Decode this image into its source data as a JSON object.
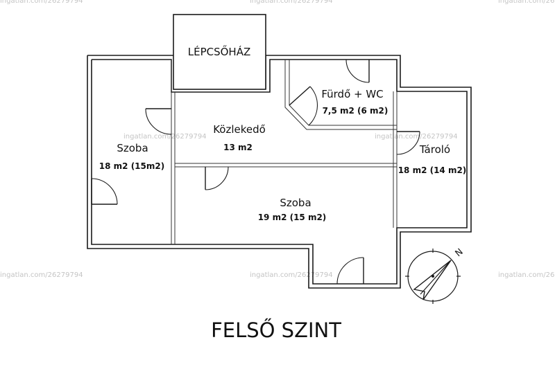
{
  "plan": {
    "title": "FELSŐ SZINT",
    "rooms": [
      {
        "id": "lepcsohaz",
        "name": "LÉPCSŐHÁZ",
        "area": ""
      },
      {
        "id": "kozlekedo",
        "name": "Közlekedő",
        "area": "13 m2"
      },
      {
        "id": "furdo",
        "name": "Fürdő + WC",
        "area": "7,5 m2 (6 m2)"
      },
      {
        "id": "szoba-left",
        "name": "Szoba",
        "area": "18 m2 (15m2)"
      },
      {
        "id": "szoba-main",
        "name": "Szoba",
        "area": "19 m2 (15 m2)"
      },
      {
        "id": "tarolo",
        "name": "Tároló",
        "area": "18 m2 (14 m2)"
      }
    ],
    "compass": {
      "north_label": "N"
    },
    "watermark": "ingatlan.com/26279794",
    "colors": {
      "walls": "#1a1a1a",
      "background": "#ffffff",
      "watermark": "#c4c4c4"
    }
  }
}
